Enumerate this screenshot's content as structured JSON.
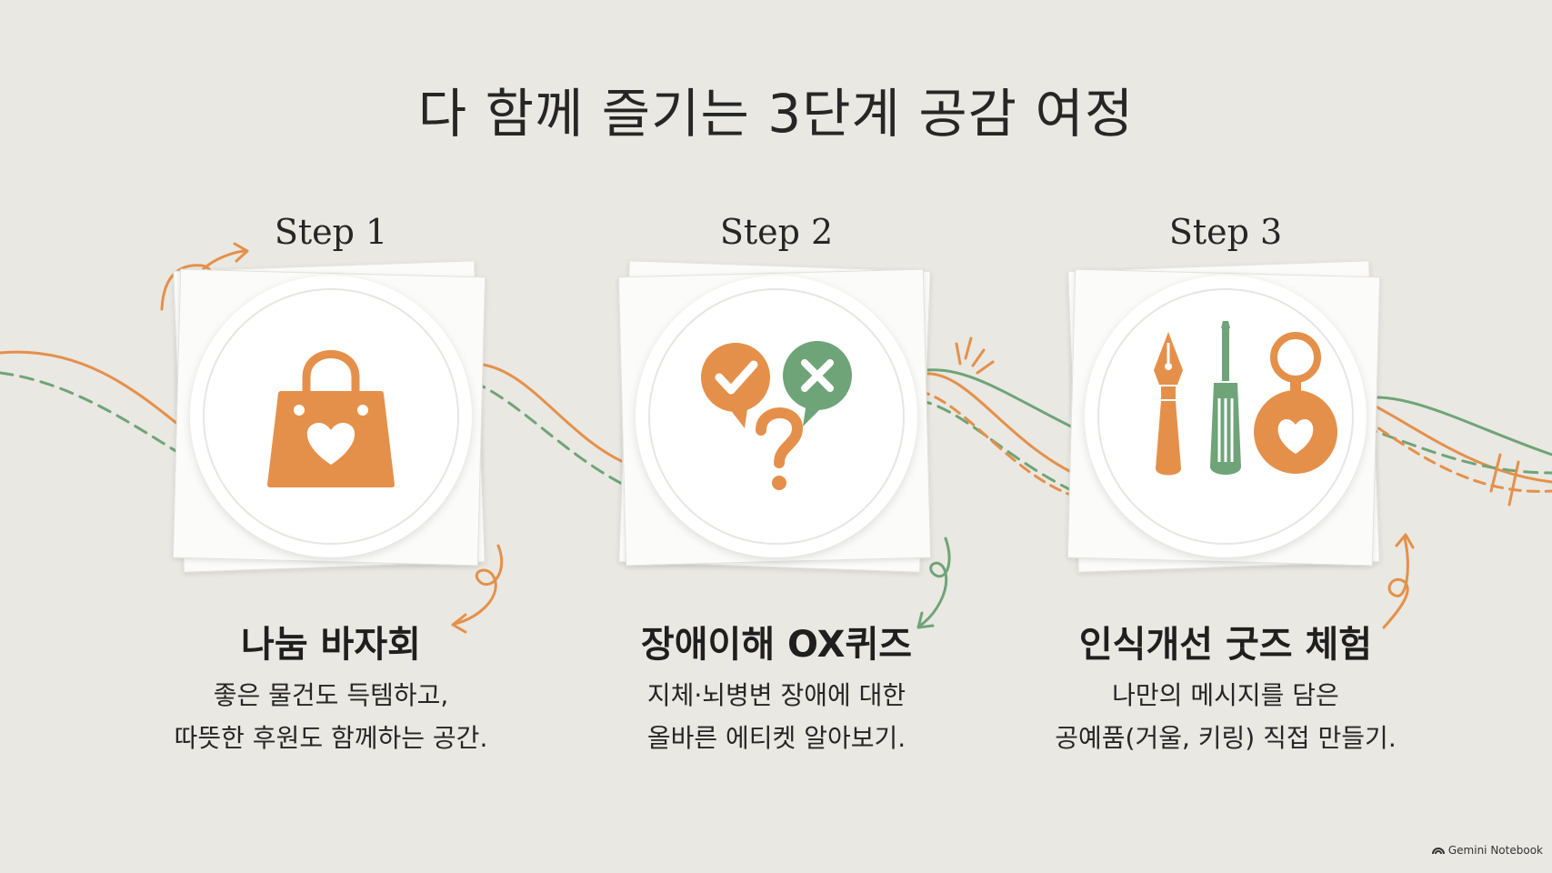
{
  "title": "다 함께 즐기는 3단계 공감 여정",
  "colors": {
    "orange": "#e5904a",
    "green": "#6fa478",
    "background": "#e9e8e2"
  },
  "steps": [
    {
      "label": "Step 1",
      "name": "나눔 바자회",
      "desc": [
        "좋은 물건도 득템하고,",
        "따뜻한 후원도 함께하는 공간."
      ],
      "icon": "shopping-bag-heart-icon"
    },
    {
      "label": "Step 2",
      "name": "장애이해 OX퀴즈",
      "desc": [
        "지체·뇌병변 장애에 대한",
        "올바른 에티켓 알아보기."
      ],
      "icon": "ox-quiz-bubbles-icon"
    },
    {
      "label": "Step 3",
      "name": "인식개선 굿즈 체험",
      "desc": [
        "나만의 메시지를 담은",
        "공예품(거울, 키링) 직접 만들기."
      ],
      "icon": "craft-tools-keyring-icon"
    }
  ],
  "brand": "Gemini Notebook"
}
